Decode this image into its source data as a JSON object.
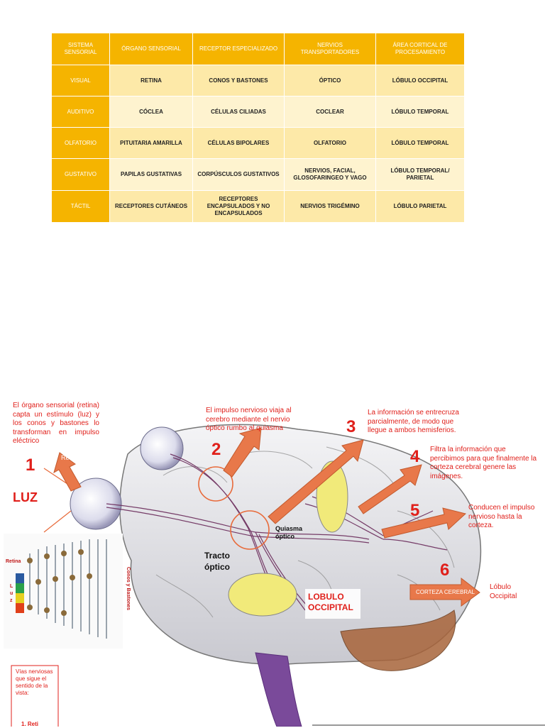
{
  "table": {
    "headers": [
      "SISTEMA SENSORIAL",
      "ÓRGANO SENSORIAL",
      "RECEPTOR ESPECIALIZADO",
      "NERVIOS TRANSPORTADORES",
      "ÁREA CORTICAL DE PROCESAMIENTO"
    ],
    "rows": [
      [
        "VISUAL",
        "RETINA",
        "CONOS Y BASTONES",
        "ÓPTICO",
        "LÓBULO OCCIPITAL"
      ],
      [
        "AUDITIVO",
        "CÓCLEA",
        "CÉLULAS CILIADAS",
        "COCLEAR",
        "LÓBULO TEMPORAL"
      ],
      [
        "OLFATORIO",
        "PITUITARIA AMARILLA",
        "CÉLULAS BIPOLARES",
        "OLFATORIO",
        "LÓBULO TEMPORAL"
      ],
      [
        "GUSTATIVO",
        "PAPILAS GUSTATIVAS",
        "CORPÚSCULOS GUSTATIVOS",
        "NERVIOS, FACIAL, GLOSOFARINGEO Y VAGO",
        "LÓBULO TEMPORAL/ PARIETAL"
      ],
      [
        "TÁCTIL",
        "RECEPTORES CUTÁNEOS",
        "RECEPTORES ENCAPSULADOS Y NO ENCAPSULADOS",
        "NERVIOS TRIGÉMINO",
        "LÓBULO PARIETAL"
      ]
    ]
  },
  "diagram": {
    "step1_text": "El órgano sensorial (retina) capta un estímulo (luz) y los conos y bastones lo transforman en impulso eléctrico",
    "step1_num": "1",
    "luz": "LUZ",
    "step2_text": "El impulso nervioso viaja al cerebro mediante el nervio óptico rumbo al quiasma",
    "step2_num": "2",
    "step3_text": "La información se entrecruza parcialmente, de modo que llegue a ambos hemisferios.",
    "step3_num": "3",
    "step4_text": "Filtra la información que percibimos para que finalmente la corteza cerebral genere las imágenes.",
    "step4_num": "4",
    "step5_text": "Conducen el impulso nervioso hasta la corteza.",
    "step5_num": "5",
    "step6_text": "Lóbulo Occipital",
    "step6_num": "6",
    "corteza_arrow": "CORTEZA CEREBRAL",
    "quiasma": "Quiasma óptico",
    "tracto": "Tracto óptico",
    "lobulo": "LOBULO OCCIPITAL",
    "retina_tag": "Retina",
    "retina_inset": "Retina",
    "luz_vertical": "Luz",
    "conos_vertical": "Conos y Bastones",
    "vias_box": "Vías nerviosas que sigue el sentido de la vista:",
    "vias_item": "1.  Reti"
  },
  "colors": {
    "header": "#f5b400",
    "row_dark": "#fde9a8",
    "row_light": "#fef3cf",
    "arrow": "#e8784a",
    "annotation": "#e0201b"
  }
}
